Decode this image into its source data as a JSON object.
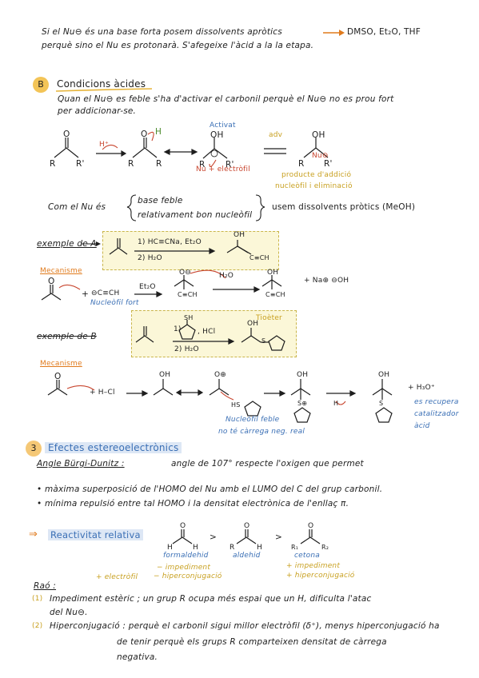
{
  "intro": {
    "line1": "Si el Nu⊖ és una base forta posem dissolvents apròtics",
    "line1_solvents": "DMSO, Et₂O, THF",
    "line2": "perquè sino el Nu es protonarà. S'afegeixe l'àcid a la la etapa."
  },
  "sectionB": {
    "badge": "B",
    "title": "Condicions àcides",
    "intro1": "Quan el Nu⊖ es feble s'ha d'activar el carbonil perquè el Nu⊖ no es prou fort",
    "intro2": "per addicionar-se.",
    "scheme": {
      "label_activat": "Activat",
      "label_h_plus": "H⁺",
      "label_nu_electrofil": "Nu + electròfil",
      "label_adv": "adv",
      "label_nu_minus": "Nu⊖",
      "label_product": "producte d'addició",
      "label_product2": "nucleòfil i eliminació",
      "r": "R",
      "r_prime": "R'",
      "o": "O",
      "oh": "OH",
      "h": "H"
    },
    "com_el": "Com el Nu és",
    "bracket_line1": "base feble",
    "bracket_line2": "relativament bon nucleòfil",
    "bracket_conclusion": "usem dissolvents pròtics (MeOH)",
    "exampleA": {
      "label": "exemple de A",
      "reagent1": "1) HC≡CNa, Et₂O",
      "reagent2": "2) H₂O",
      "product_oh": "OH",
      "product_c": "C≡CH"
    },
    "mechA": {
      "label": "Mecanisme",
      "plus": "+",
      "acetylide": "⊖C≡CH",
      "nucleo": "Nucleòfil fort",
      "solvent": "Et₂O",
      "o_minus": "O⊖",
      "water": "H₂O",
      "cch": "C≡CH",
      "oh": "OH",
      "cch2": "C≡CH",
      "side": "+ Na⊕ ⊖OH"
    },
    "exampleB": {
      "label": "exemple de B",
      "reagent1": "1)",
      "sh": "SH",
      "hcl": ", HCl",
      "reagent2": "2) H₂O",
      "tioeter": "Tioèter",
      "s": "S"
    },
    "mechB": {
      "label": "Mecanisme",
      "h_cl": "+ H–Cl",
      "oh": "OH",
      "o_plus": "O⊕",
      "hs": "HS",
      "s_plus": "S⊕",
      "s": "S",
      "h": "H",
      "h3o": "+ H₃O⁺",
      "recover1": "es recupera",
      "recover2": "catalitzador",
      "recover3": "àcid",
      "nu_weak1": "Nucleòfil feble",
      "nu_weak2": "no té càrrega neg. real"
    }
  },
  "section3": {
    "badge": "3",
    "title": "Efectes estereoelectrònics",
    "burgi_label": "Angle Bürgi-Dunitz :",
    "burgi_text": "angle de 107° respecte l'oxigen que permet",
    "bullets": [
      "màxima superposició de l'HOMO del Nu amb el LUMO del C del grup carbonil.",
      "mínima repulsió entre tal HOMO i la densitat electrònica de l'enllaç π."
    ]
  },
  "reactivity": {
    "arrow": "⇒",
    "title": "Reactivitat relativa",
    "formaldehyde": "formaldehid",
    "aldehyde": "aldehid",
    "ketone": "cetona",
    "gt1": ">",
    "gt2": ">",
    "left_note": "+ electròfil",
    "mid_note1": "− impediment",
    "mid_note2": "− hiperconjugació",
    "right_note1": "+ impediment",
    "right_note2": "+ hiperconjugació",
    "r": "R",
    "r1": "R₁",
    "r2": "R₂",
    "h": "H",
    "o": "O"
  },
  "reasons": {
    "title": "Raó :",
    "items": [
      {
        "num": "(1)",
        "text1": "Impediment estèric ; un grup R ocupa més espai que un H, dificulta l'atac",
        "text2": "del Nu⊖."
      },
      {
        "num": "(2)",
        "text1": "Hiperconjugació : perquè el carbonil sigui millor electròfil (δ⁺), menys hiperconjugació ha",
        "text2": "de tenir perquè els grups R comparteixen densitat de càrrega",
        "text3": "negativa."
      }
    ]
  }
}
